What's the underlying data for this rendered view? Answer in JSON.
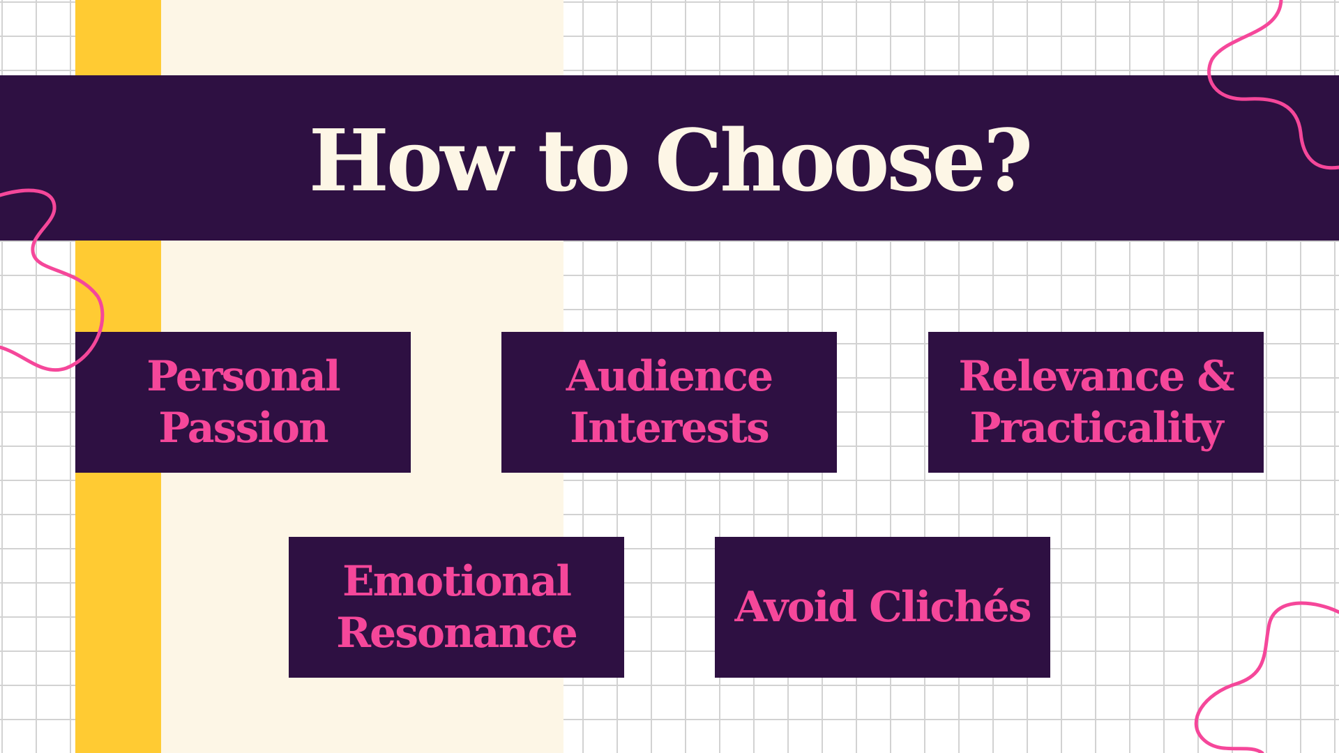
{
  "slide": {
    "title": "How to Choose?",
    "cards": [
      {
        "line1": "Personal",
        "line2": "Passion"
      },
      {
        "line1": "Audience",
        "line2": "Interests"
      },
      {
        "line1": "Relevance &",
        "line2": "Practicality"
      },
      {
        "line1": "Emotional",
        "line2": "Resonance"
      },
      {
        "line1": "Avoid Clichés",
        "line2": ""
      }
    ]
  },
  "colors": {
    "dark_purple": "#2e1042",
    "pink": "#f5479a",
    "cream": "#fdf6e6",
    "yellow": "#ffcb33",
    "grid_line": "#d2d2d2"
  }
}
